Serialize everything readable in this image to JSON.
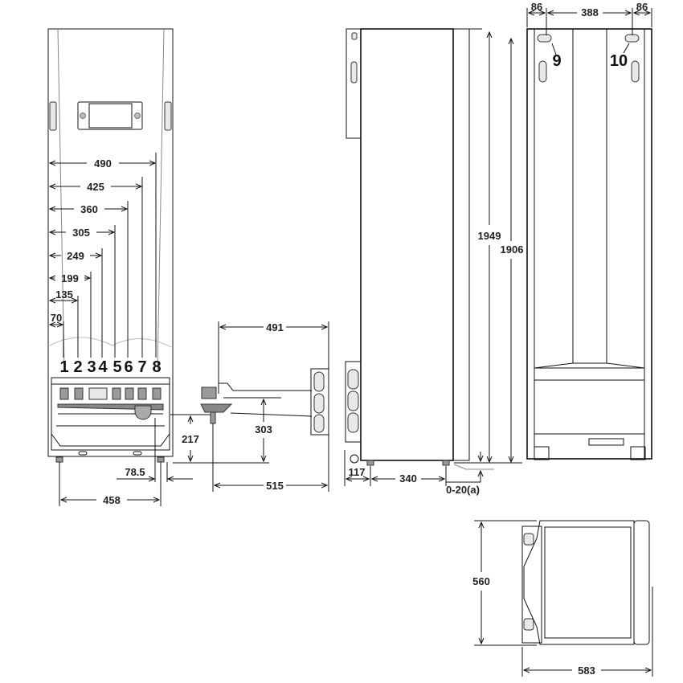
{
  "diagram": {
    "type": "technical dimension drawing",
    "units": "mm",
    "front_view": {
      "horizontal_dims": [
        "490",
        "425",
        "360",
        "305",
        "249",
        "199",
        "135",
        "70"
      ],
      "connection_labels": [
        "1",
        "2",
        "3",
        "4",
        "5",
        "6",
        "7",
        "8"
      ],
      "dim_217": "217",
      "dim_78_5": "78.5",
      "dim_458": "458"
    },
    "bracket_view": {
      "dim_491": "491",
      "dim_303": "303",
      "dim_515": "515"
    },
    "side_view": {
      "dim_1949": "1949",
      "dim_1906": "1906",
      "dim_117": "117",
      "dim_340": "340",
      "dim_adjust": "0-20(a)"
    },
    "rear_view": {
      "dim_left": "86",
      "dim_center": "388",
      "dim_right": "86",
      "label_9": "9",
      "label_10": "10"
    },
    "top_view": {
      "dim_560": "560",
      "dim_583": "583"
    }
  }
}
